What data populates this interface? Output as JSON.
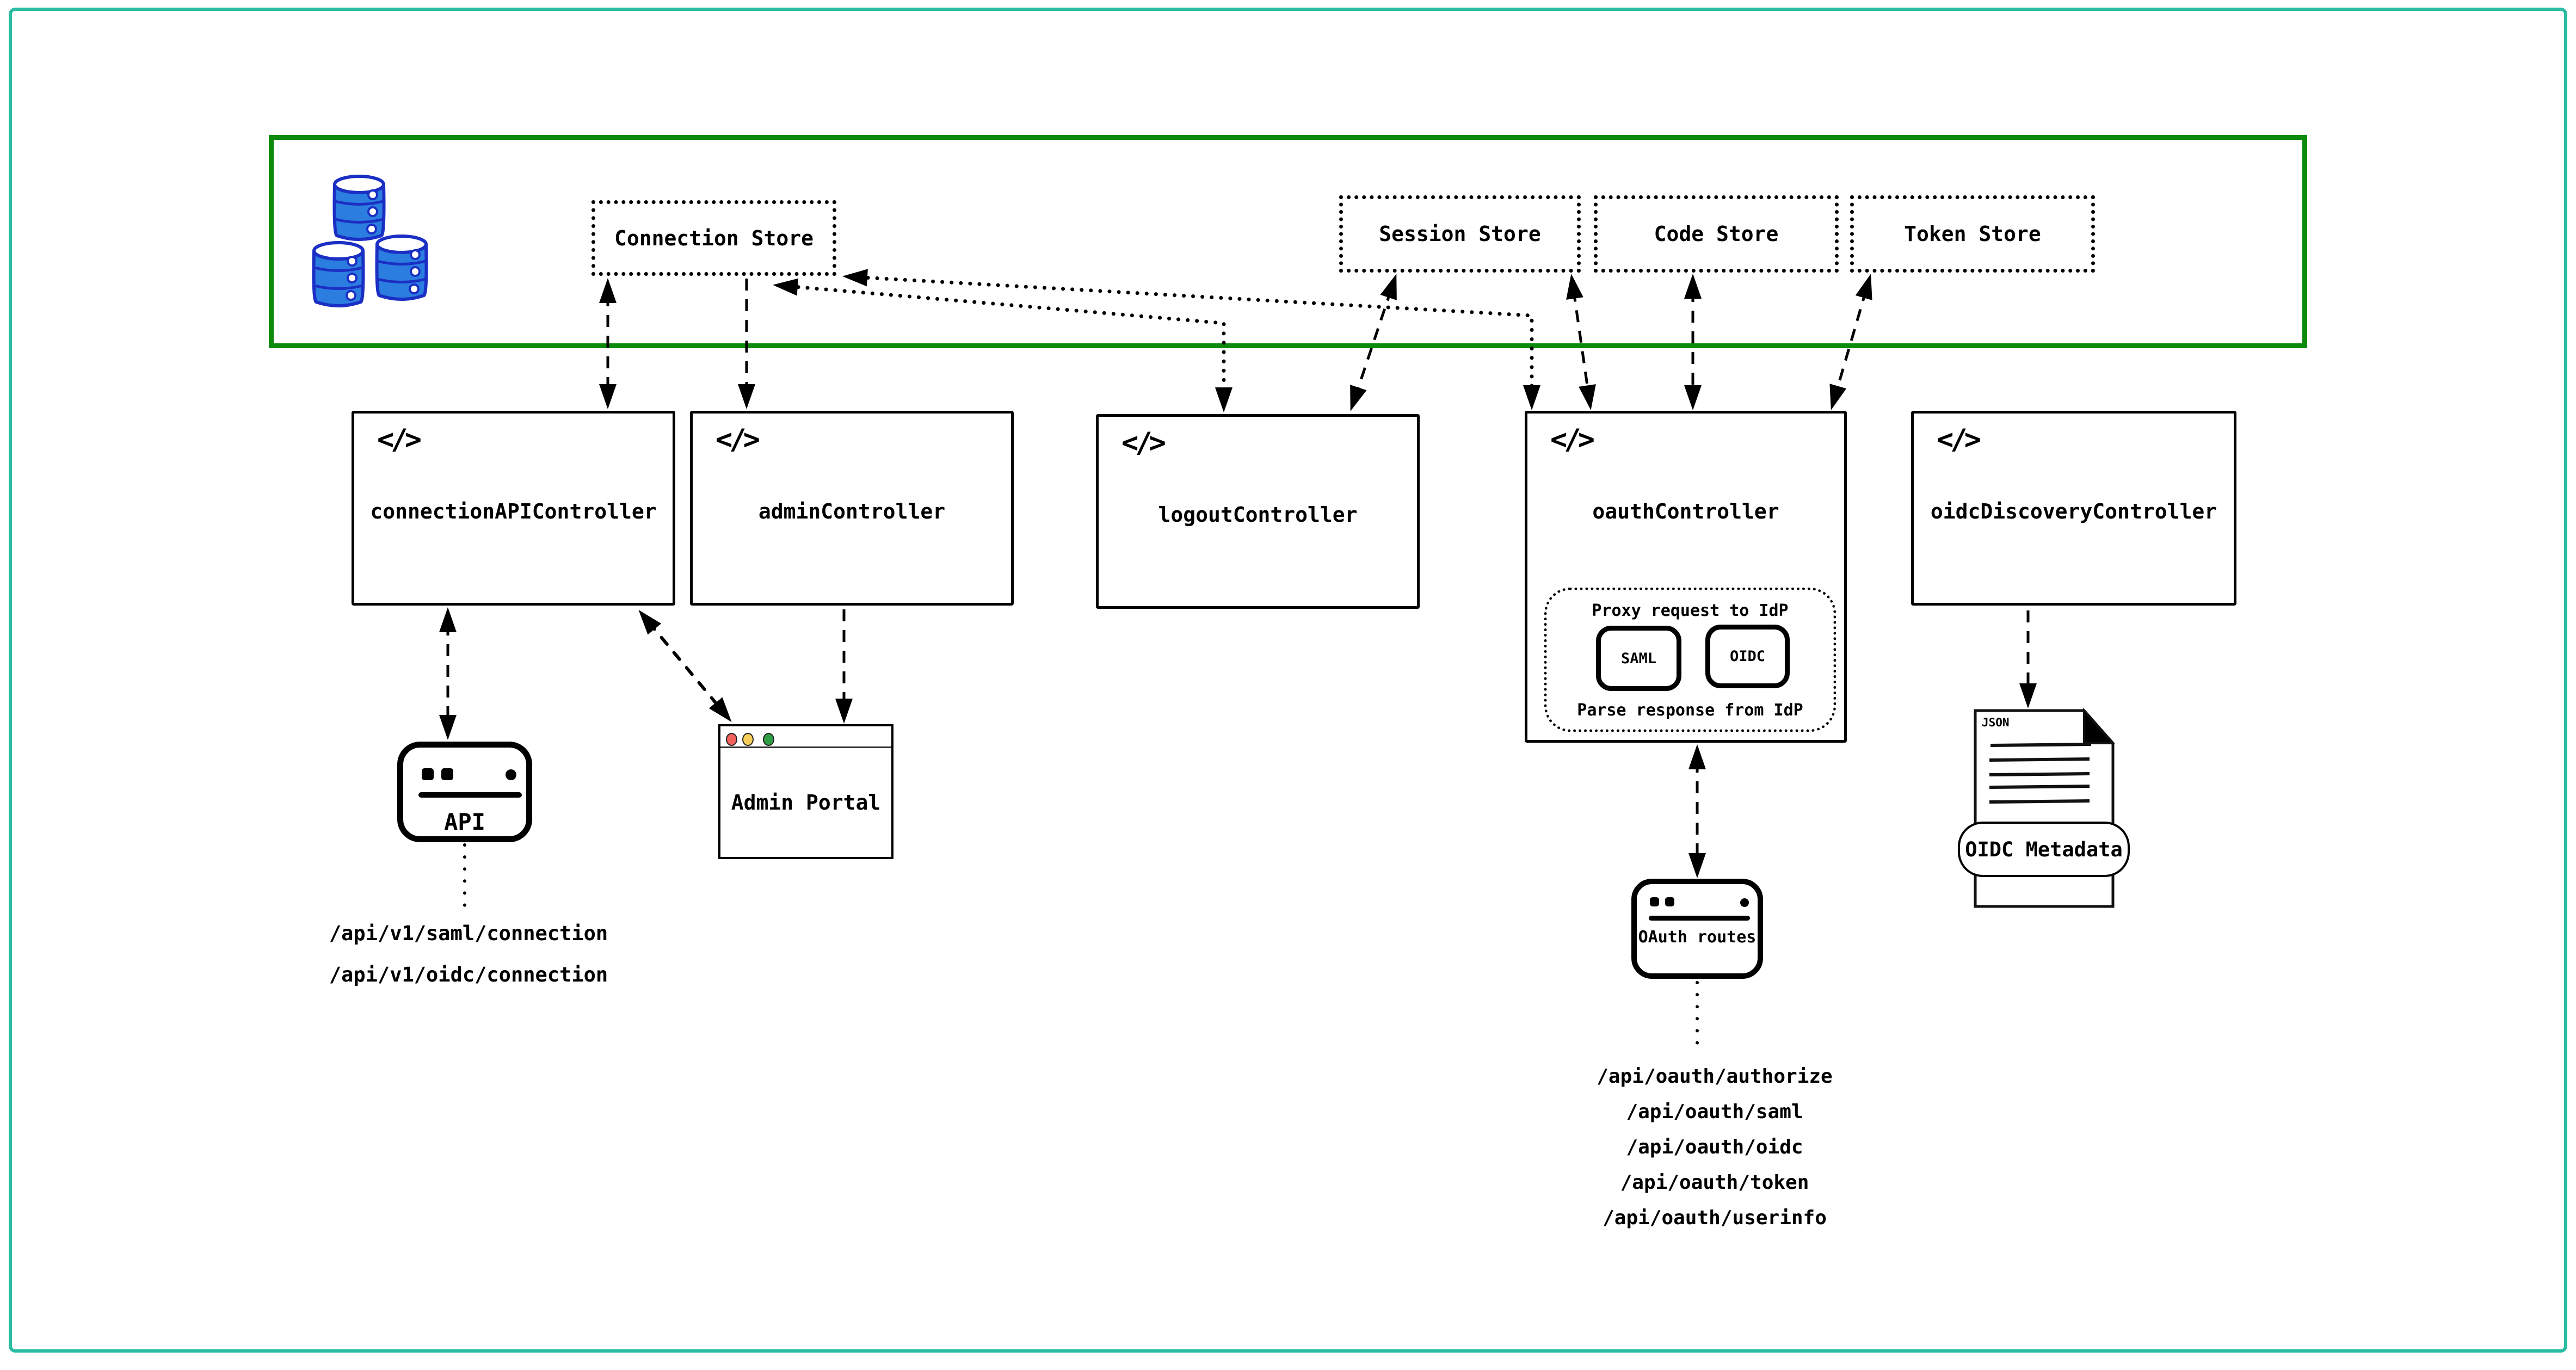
{
  "page": {
    "colors": {
      "outer_border": "#2abca2",
      "data_layer_border": "#0b8a0b",
      "ink": "#000000",
      "db_fill": "#2b7de0",
      "db_stroke": "#1b2fc4",
      "traffic_red": "#f2605c",
      "traffic_yellow": "#f6cf5a",
      "traffic_green": "#2f9e44"
    }
  },
  "data_layer": {
    "stores": [
      {
        "label": "Connection Store"
      },
      {
        "label": "Session Store"
      },
      {
        "label": "Code Store"
      },
      {
        "label": "Token Store"
      }
    ]
  },
  "controllers": [
    {
      "label": "connectionAPIController"
    },
    {
      "label": "adminController"
    },
    {
      "label": "logoutController"
    },
    {
      "label": "oauthController",
      "idp_proxy": {
        "title": "Proxy request to IdP",
        "protocols": [
          {
            "label": "SAML"
          },
          {
            "label": "OIDC"
          }
        ],
        "footer": "Parse response from IdP"
      }
    },
    {
      "label": "oidcDiscoveryController"
    }
  ],
  "clients": {
    "api_app": {
      "label": "API",
      "endpoints": [
        "/api/v1/saml/connection",
        "/api/v1/oidc/connection"
      ]
    },
    "admin_portal": {
      "label": "Admin Portal"
    },
    "oauth_routes": {
      "label": "OAuth routes",
      "endpoints": [
        "/api/oauth/authorize",
        "/api/oauth/saml",
        "/api/oauth/oidc",
        "/api/oauth/token",
        "/api/oauth/userinfo"
      ]
    },
    "oidc_metadata": {
      "file_type_label": "JSON",
      "label": "OIDC Metadata"
    }
  },
  "icons": {
    "code_glyph": "</>"
  }
}
